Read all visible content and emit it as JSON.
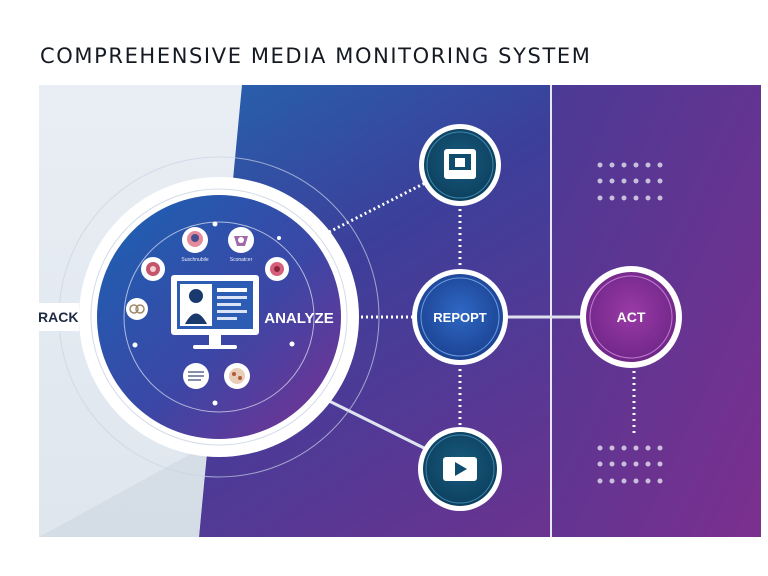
{
  "title": "COMPREHENSIVE MEDIA MONITORING SYSTEM",
  "nodes": {
    "track": "TRACK",
    "analyze": "ANALYZE",
    "report": "REPOPT",
    "act": "ACT"
  },
  "icon_captions": {
    "top_left": "Suschnubile",
    "top_right": "Sconatcer"
  },
  "colors": {
    "accent_blue": "#2f58b8",
    "accent_purple": "#7a2f8c",
    "teal": "#0f4d6e",
    "light_bg": "#e6ecf2"
  },
  "icons": {
    "top_node": "monitor-screen-icon",
    "bottom_node": "video-play-icon",
    "center": "desktop-profile-icon"
  }
}
